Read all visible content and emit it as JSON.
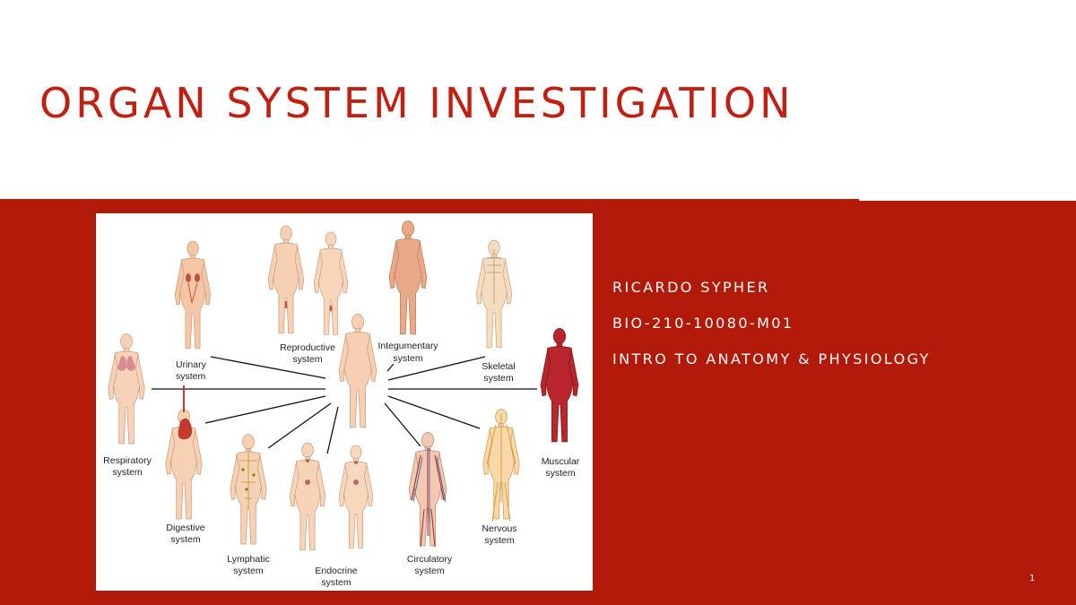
{
  "slide": {
    "title": "ORGAN SYSTEM INVESTIGATION",
    "page_number": "1",
    "colors": {
      "accent": "#c11f12",
      "band": "#b11a09",
      "text_on_band": "#ffffff"
    }
  },
  "info": {
    "name": "RICARDO SYPHER",
    "course_code": "BIO-210-10080-M01",
    "course_title": "INTRO TO ANATOMY & PHYSIOLOGY"
  },
  "figure": {
    "labels": {
      "urinary": [
        "Urinary",
        "system"
      ],
      "reproductive": [
        "Reproductive",
        "system"
      ],
      "integumentary": [
        "Integumentary",
        "system"
      ],
      "skeletal": [
        "Skeletal",
        "system"
      ],
      "respiratory": [
        "Respiratory",
        "system"
      ],
      "muscular": [
        "Muscular",
        "system"
      ],
      "digestive": [
        "Digestive",
        "system"
      ],
      "nervous": [
        "Nervous",
        "system"
      ],
      "lymphatic": [
        "Lymphatic",
        "system"
      ],
      "endocrine": [
        "Endocrine",
        "system"
      ],
      "circulatory": [
        "Circulatory",
        "system"
      ]
    }
  }
}
